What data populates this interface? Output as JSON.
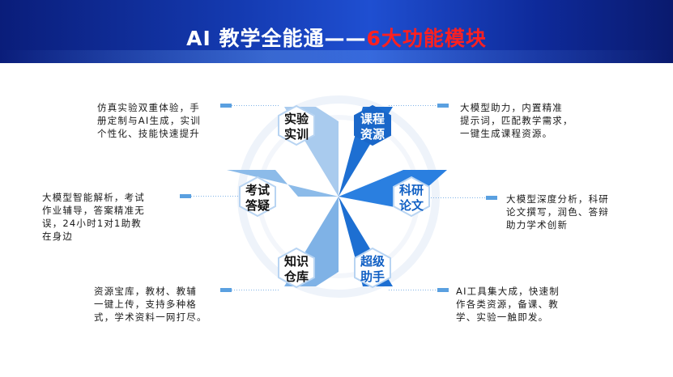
{
  "title": {
    "main": "AI 教学全能通——",
    "accent": "6大功能模块"
  },
  "modules": [
    {
      "id": "lab",
      "line1": "实验",
      "line2": "实训",
      "desc": [
        "仿真实验双重体验，手",
        "册定制与AI生成，实训",
        "个性化、技能快速提升"
      ]
    },
    {
      "id": "course",
      "line1": "课程",
      "line2": "资源",
      "desc": [
        "大模型助力，内置精准",
        "提示词，匹配教学需求，",
        "一键生成课程资源。"
      ]
    },
    {
      "id": "exam",
      "line1": "考试",
      "line2": "答疑",
      "desc": [
        "大模型智能解析，考试",
        "作业辅导，答案精准无",
        "误，24小时1对1助教",
        "在身边"
      ]
    },
    {
      "id": "research",
      "line1": "科研",
      "line2": "论文",
      "desc": [
        "大模型深度分析，科研",
        "论文撰写，润色、答辩",
        "助力学术创新"
      ]
    },
    {
      "id": "knowledge",
      "line1": "知识",
      "line2": "仓库",
      "desc": [
        "资源宝库，教材、教辅",
        "一键上传，支持多种格",
        "式，学术资料一网打尽。"
      ]
    },
    {
      "id": "assistant",
      "line1": "超级",
      "line2": "助手",
      "desc": [
        "AI工具集大成，快速制",
        "作各类资源，备课、教",
        "学、实验一触即发。"
      ]
    }
  ],
  "colors": {
    "header_dark": "#0a1d7a",
    "header_blue": "#1f4fd1",
    "title_accent": "#ff2020",
    "petal_left": "#7fb2e6",
    "petal_right": "#1a72d6",
    "badge_text_dark": "#111111",
    "badge_text_blue": "#1160c4",
    "connector": "#5aa0e0"
  }
}
